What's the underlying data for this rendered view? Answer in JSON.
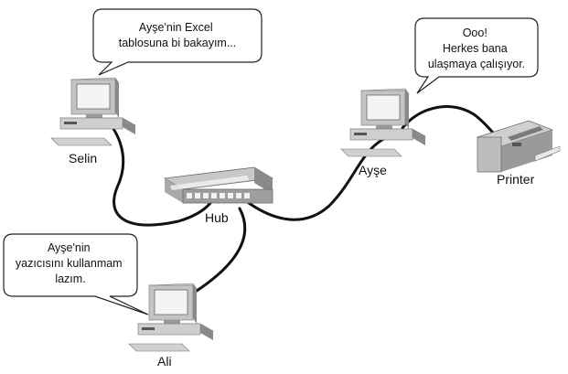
{
  "nodes": {
    "selin": {
      "label": "Selin"
    },
    "ayse": {
      "label": "Ayşe"
    },
    "ali": {
      "label": "Ali"
    },
    "hub": {
      "label": "Hub"
    },
    "printer": {
      "label": "Printer"
    }
  },
  "bubbles": {
    "selin": {
      "lines": [
        "Ayşe'nin Excel",
        "tablosuna bi bakayım..."
      ]
    },
    "ayse": {
      "lines": [
        "Ooo!",
        "Herkes bana",
        "ulaşmaya çalışıyor."
      ]
    },
    "ali": {
      "lines": [
        "Ayşe'nin",
        "yazıcısını kullanmam",
        "lazım."
      ]
    }
  },
  "colors": {
    "cable": "#111111",
    "device_light": "#e2e2e2",
    "device_mid": "#bdbdbd",
    "device_dark": "#8a8a8a",
    "screen": "#f4f4f4",
    "hub_body": "#c8c8c8",
    "hub_front": "#9e9e9e",
    "hub_ports": "#f0f0f0"
  }
}
